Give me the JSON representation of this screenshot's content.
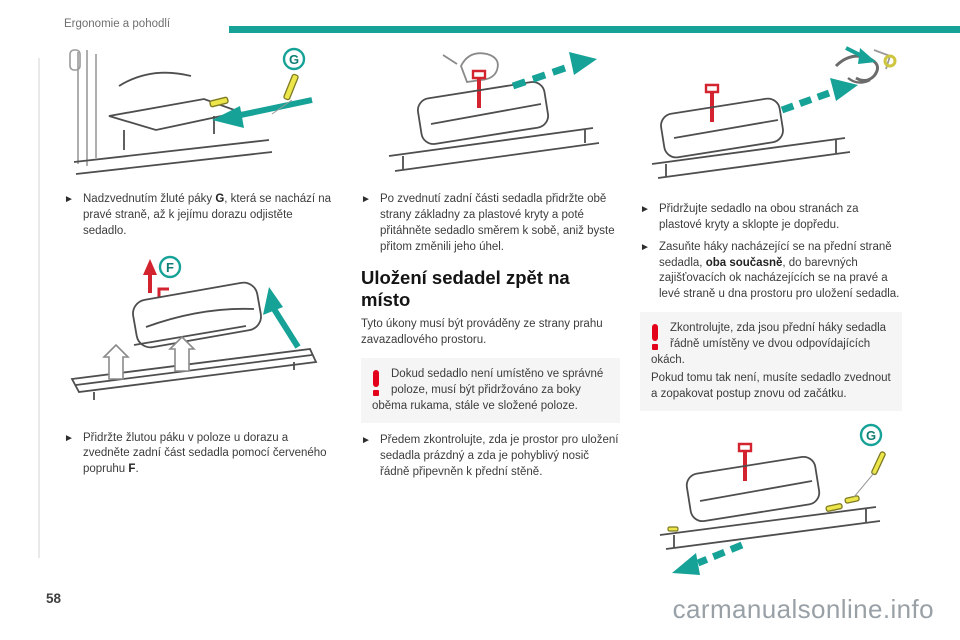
{
  "header": {
    "breadcrumb": "Ergonomie a pohodlí"
  },
  "icons": {
    "bullet": "►",
    "warning": "exclamation-mark"
  },
  "labels": {
    "G": "G",
    "F": "F"
  },
  "colors": {
    "accent_teal": "#16a297",
    "warning_red": "#e2001a",
    "lever_yellow": "#ece64b",
    "strap_red": "#d2232e"
  },
  "col1": {
    "step1": {
      "pre": "Nadzvednutím žluté páky ",
      "bold": "G",
      "post": ", která se nachází na pravé straně, až k jejímu dorazu odjistěte sedadlo."
    },
    "step2": {
      "pre": "Přidržte žlutou páku v poloze u dorazu a zvedněte zadní část sedadla pomocí červeného popruhu ",
      "bold": "F",
      "post": "."
    }
  },
  "col2": {
    "step1": "Po zvednutí zadní části sedadla přidržte obě strany základny za plastové kryty a poté přitáhněte sedadlo směrem k sobě, aniž byste přitom změnili jeho úhel.",
    "heading": "Uložení sedadel zpět na místo",
    "intro": "Tyto úkony musí být prováděny ze strany prahu zavazadlového prostoru.",
    "warning": "Dokud sedadlo není umístěno ve správné poloze, musí být přidržováno za boky oběma rukama, stále ve složené poloze.",
    "step2": "Předem zkontrolujte, zda je prostor pro uložení sedadla prázdný a zda je pohyblivý nosič řádně připevněn k přední stěně."
  },
  "col3": {
    "step1": "Přidržujte sedadlo na obou stranách za plastové kryty a sklopte je dopředu.",
    "step2": {
      "pre": "Zasuňte háky nacházející se na přední straně sedadla, ",
      "bold": "oba současně",
      "post": ", do barevných zajišťovacích ok nacházejících se na pravé a levé straně u dna prostoru pro uložení sedadla."
    },
    "warning_p1": "Zkontrolujte, zda jsou přední háky sedadla řádně umístěny ve dvou odpovídajících okách.",
    "warning_p2": "Pokud tomu tak není, musíte sedadlo zvednout a zopakovat postup znovu od začátku."
  },
  "footer": {
    "page_number": "58",
    "watermark": "carmanualsonline.info"
  }
}
